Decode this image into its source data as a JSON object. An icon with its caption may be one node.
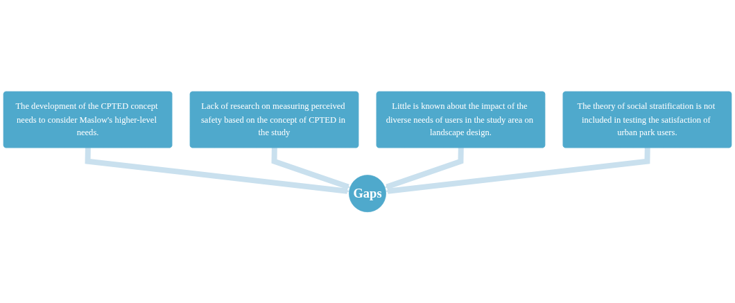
{
  "diagram": {
    "nodes": [
      {
        "text": [
          "The development of the CPTED concept needs to consider Maslow's higher-level needs."
        ]
      },
      {
        "text": [
          "Lack of research on measuring perceived safety based on the concept of CPTED in the study"
        ]
      },
      {
        "text": [
          "Little is known about the impact of the diverse needs of users in the study area on landscape design."
        ]
      },
      {
        "text": [
          "Gaps"
        ]
      },
      {
        "text": [
          "The theory of social stratification is not included in testing the satisfaction of urban park users."
        ]
      }
    ],
    "edges": [
      {
        "from": 0,
        "to": 3,
        "arrow": "to"
      },
      {
        "from": 1,
        "to": 3,
        "arrow": "to"
      },
      {
        "from": 2,
        "to": 3,
        "arrow": "to"
      },
      {
        "from": 4,
        "to": 3,
        "arrow": "to"
      }
    ]
  }
}
